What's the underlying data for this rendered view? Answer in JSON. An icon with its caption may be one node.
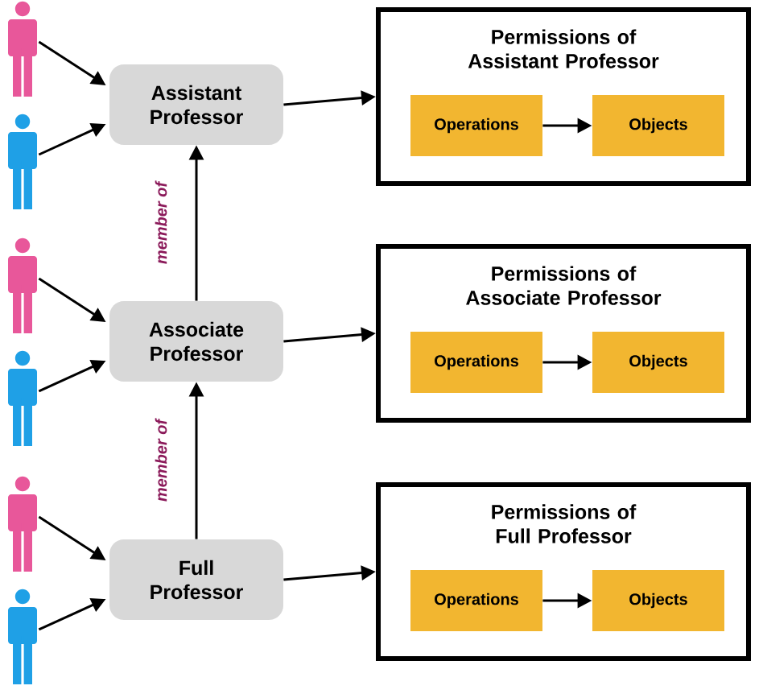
{
  "diagram": {
    "nodes": [
      {
        "text": [],
        "shape": "person"
      },
      {
        "text": [],
        "shape": "person"
      },
      {
        "text": [
          "Assistant Professor"
        ]
      },
      {
        "text": [
          "Permissions of Assistant Professor"
        ]
      },
      {
        "text": [
          "Operations"
        ],
        "in": 3
      },
      {
        "text": [
          "Objects"
        ],
        "in": 3
      },
      {
        "text": [],
        "shape": "person"
      },
      {
        "text": [],
        "shape": "person"
      },
      {
        "text": [
          "Associate Professor"
        ]
      },
      {
        "text": [
          "Permissions of Associate Professor"
        ]
      },
      {
        "text": [
          "Operations"
        ],
        "in": 9
      },
      {
        "text": [
          "Objects"
        ],
        "in": 9
      },
      {
        "text": [],
        "shape": "person"
      },
      {
        "text": [],
        "shape": "person"
      },
      {
        "text": [
          "Full Professor"
        ]
      },
      {
        "text": [
          "Permissions of Full Professor"
        ]
      },
      {
        "text": [
          "Operations"
        ],
        "in": 15
      },
      {
        "text": [
          "Objects"
        ],
        "in": 15
      }
    ],
    "edges": [
      {
        "from": 0,
        "to": 2,
        "arrow": "to"
      },
      {
        "from": 1,
        "to": 2,
        "arrow": "to"
      },
      {
        "from": 2,
        "to": 3,
        "arrow": "to"
      },
      {
        "from": 4,
        "to": 5,
        "arrow": "to"
      },
      {
        "from": 6,
        "to": 8,
        "arrow": "to"
      },
      {
        "from": 7,
        "to": 8,
        "arrow": "to"
      },
      {
        "from": 8,
        "to": 2,
        "arrow": "to",
        "label": "member of"
      },
      {
        "from": 8,
        "to": 9,
        "arrow": "to"
      },
      {
        "from": 10,
        "to": 11,
        "arrow": "to"
      },
      {
        "from": 12,
        "to": 14,
        "arrow": "to"
      },
      {
        "from": 13,
        "to": 14,
        "arrow": "to"
      },
      {
        "from": 14,
        "to": 8,
        "arrow": "to",
        "label": "member of"
      },
      {
        "from": 14,
        "to": 15,
        "arrow": "to"
      },
      {
        "from": 16,
        "to": 17,
        "arrow": "to"
      }
    ]
  }
}
